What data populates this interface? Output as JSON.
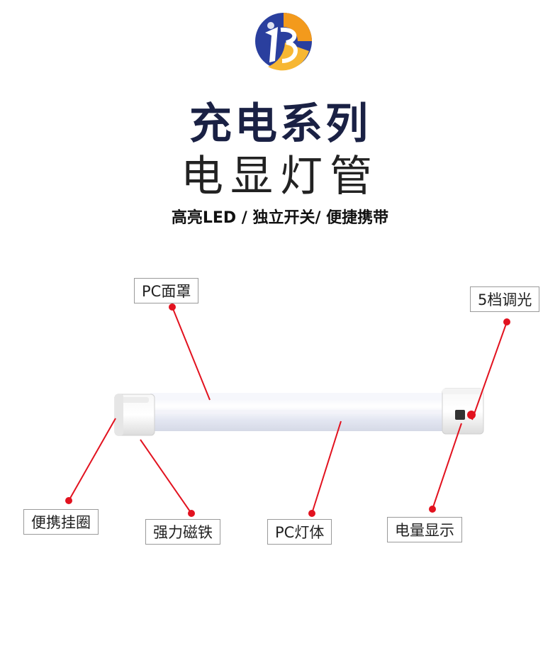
{
  "brand": {
    "logo_icon": "brand-logo-icon"
  },
  "header": {
    "title": "充电系列",
    "subtitle": "电显灯管",
    "features": "高亮LED / 独立开关/ 便捷携带"
  },
  "callouts": {
    "pc_cover": "PC面罩",
    "dimming": "5档调光",
    "hanging_ring": "便携挂圈",
    "magnet": "强力磁铁",
    "pc_body": "PC灯体",
    "battery_display": "电量显示"
  },
  "colors": {
    "title": "#1a2144",
    "pointer": "#e2121f",
    "callout_border": "#9a9a9a",
    "logo_blue": "#2a3f9e",
    "logo_orange": "#f39a1c"
  }
}
